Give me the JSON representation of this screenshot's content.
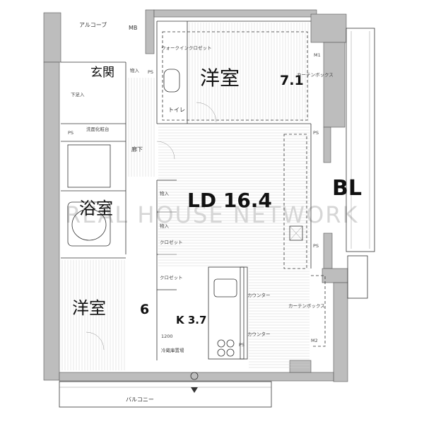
{
  "rooms": {
    "bedroom_main": {
      "name": "洋室",
      "size": "7.1"
    },
    "entrance": "玄関",
    "toilet": "トイレ",
    "bath": "浴室",
    "ld": "LD 16.4",
    "bedroom_2": {
      "name": "洋室",
      "size": "6"
    },
    "kitchen": "K 3.7",
    "balcony": "バルコニー",
    "bl": "BL",
    "alcove": "アルコーブ",
    "corridor": "廊下"
  },
  "fixtures": {
    "mb": "MB",
    "ps": "PS",
    "storage": "物入",
    "closet": "クロゼット",
    "walk_in_closet": "ウォークインクロゼット",
    "counter": "カウンター",
    "curtain_box": "カーテンボックス",
    "shoe": "下足入",
    "wash": "洗面化粧台",
    "fridge": "冷蔵庫置場",
    "dimension_1200": "1200",
    "m1": "M1",
    "m2": "M2"
  },
  "watermark": "REAL HOUSE NETWORK"
}
